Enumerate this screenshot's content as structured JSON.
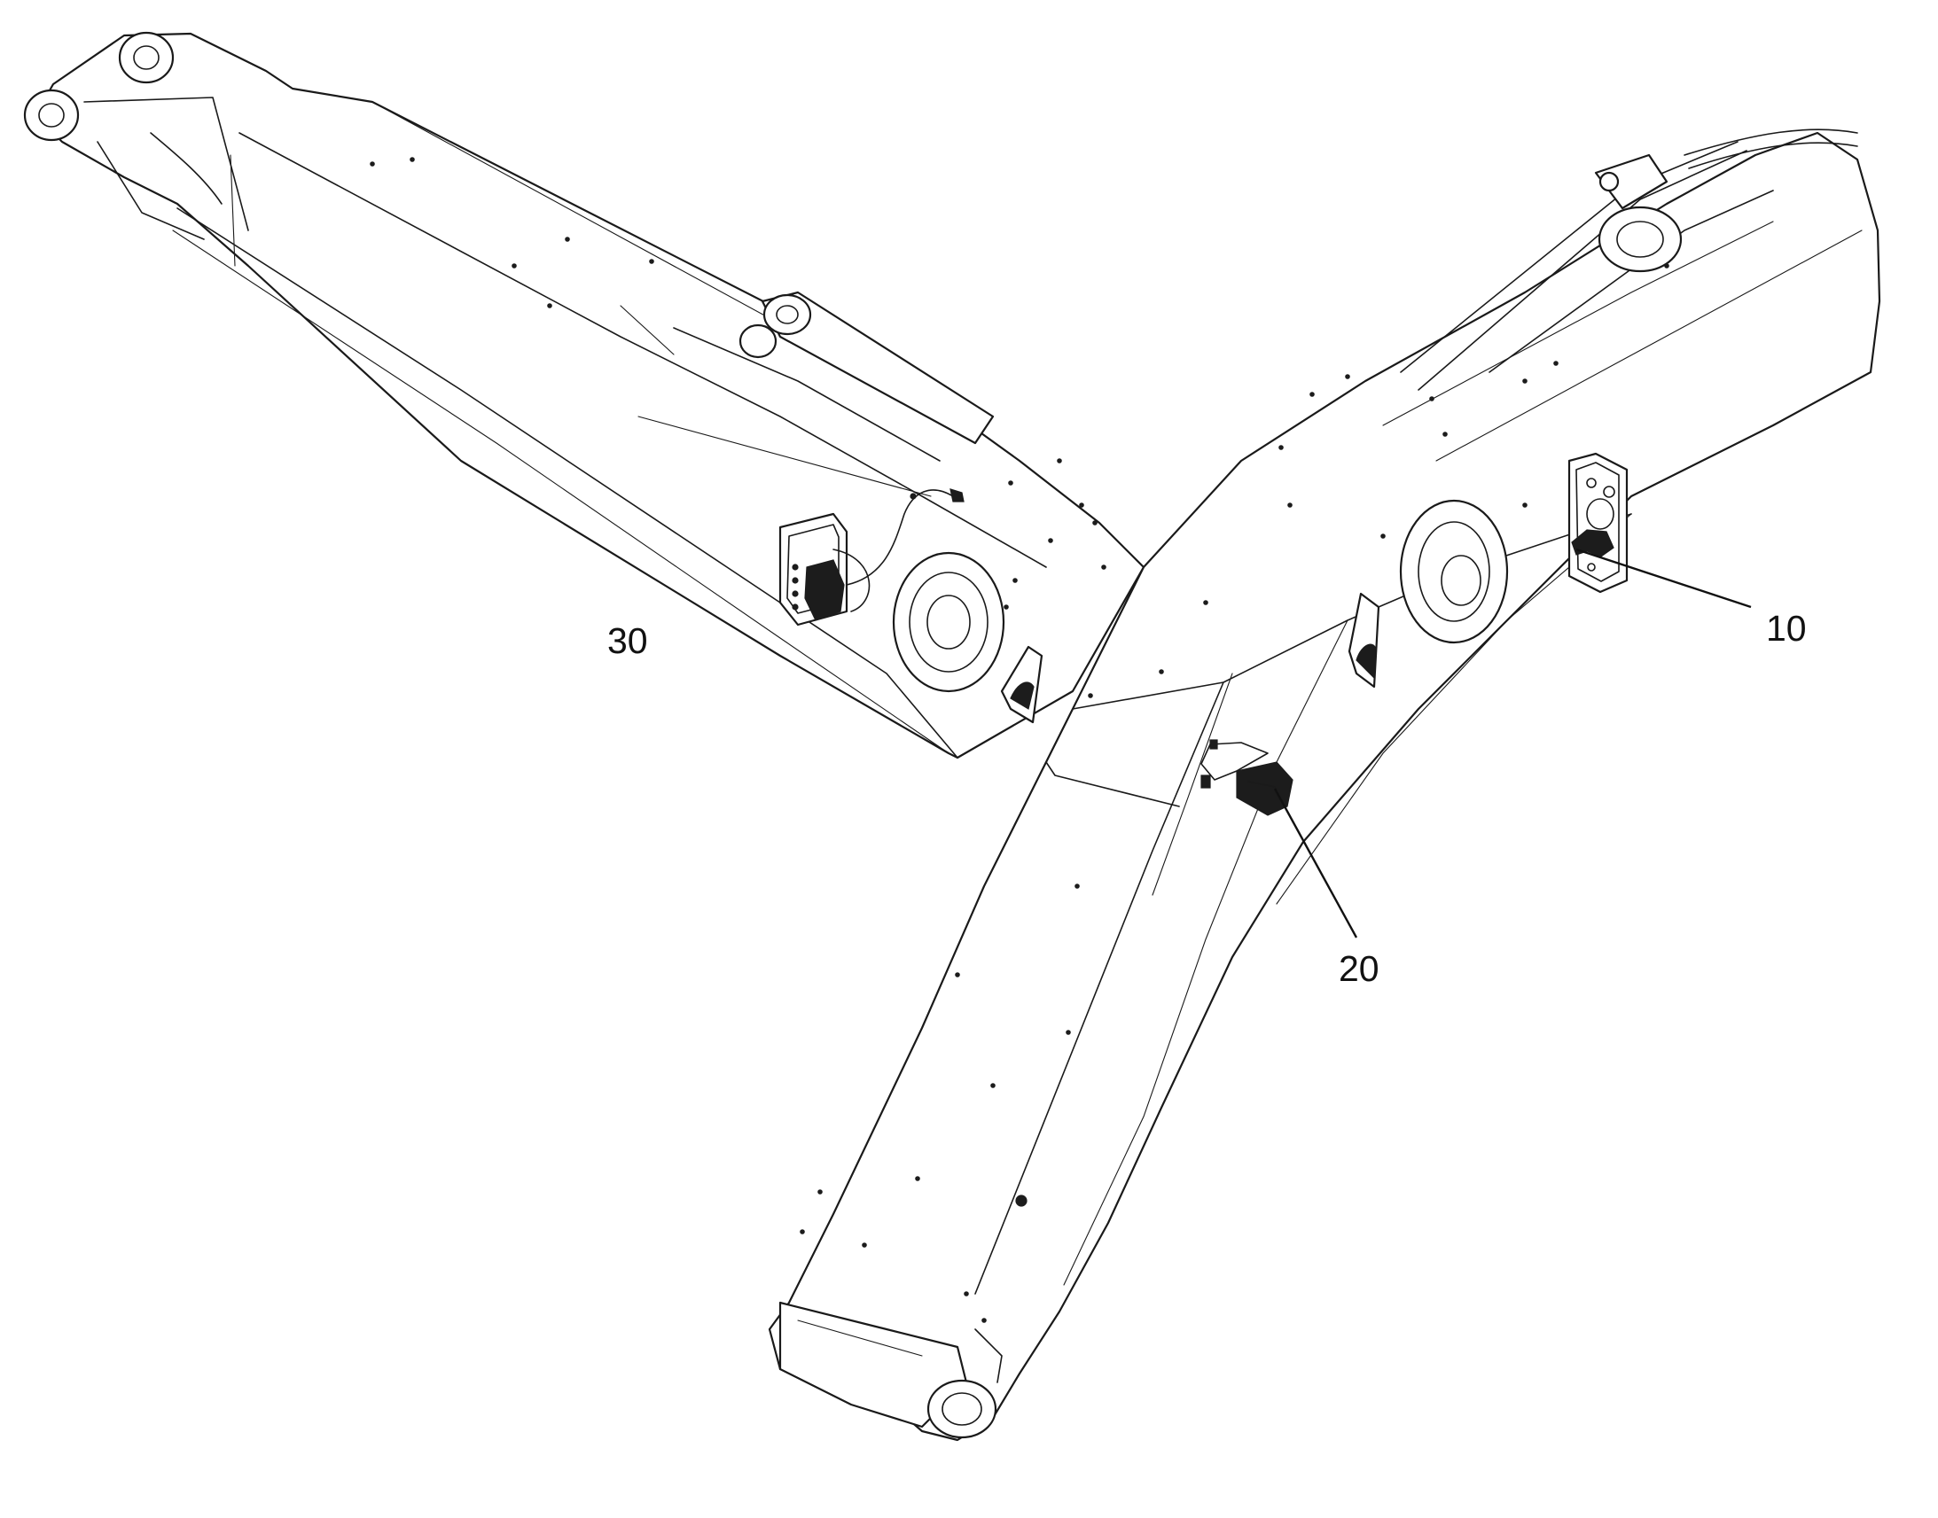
{
  "callouts": [
    {
      "id": "10",
      "label": "10"
    },
    {
      "id": "20",
      "label": "20"
    },
    {
      "id": "30",
      "label": "30"
    }
  ],
  "colors": {
    "background": "#ffffff",
    "line": "#1a1a1a",
    "dark_part": "#1c1c1c"
  }
}
